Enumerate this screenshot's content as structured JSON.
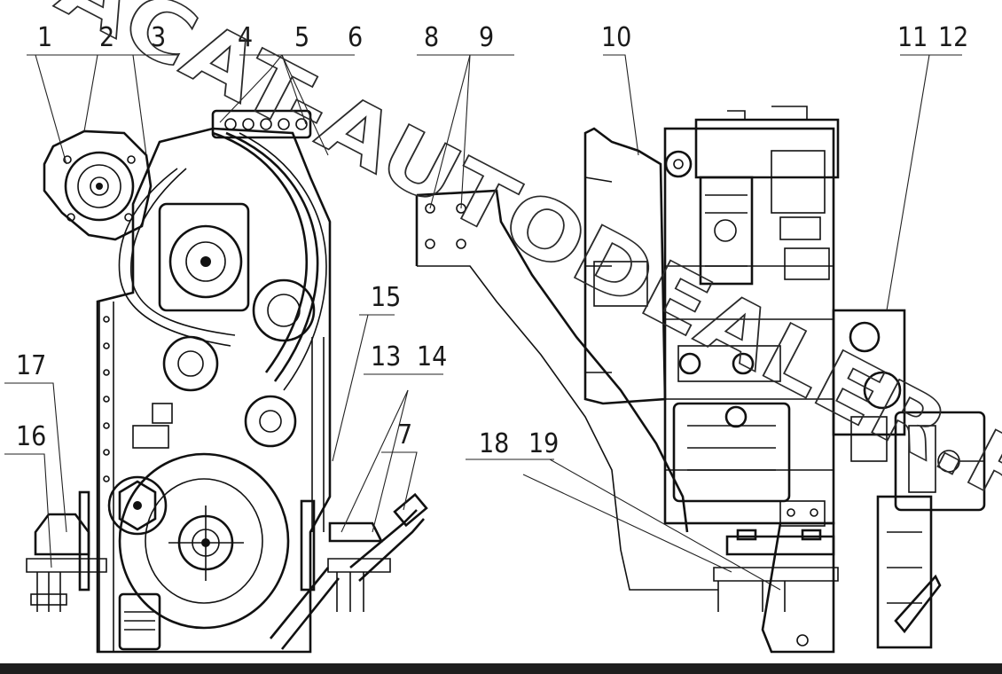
{
  "diagram": {
    "callouts": [
      "1",
      "2",
      "3",
      "4",
      "5",
      "6",
      "8",
      "9",
      "10",
      "11",
      "12",
      "15",
      "13",
      "14",
      "17",
      "16",
      "7",
      "18",
      "19"
    ]
  },
  "watermark": {
    "text": "ACAT-AUTODEALER.RU"
  },
  "colors": {
    "ink": "#111111",
    "background": "#ffffff",
    "bottom_bar": "#1e1e1e"
  }
}
